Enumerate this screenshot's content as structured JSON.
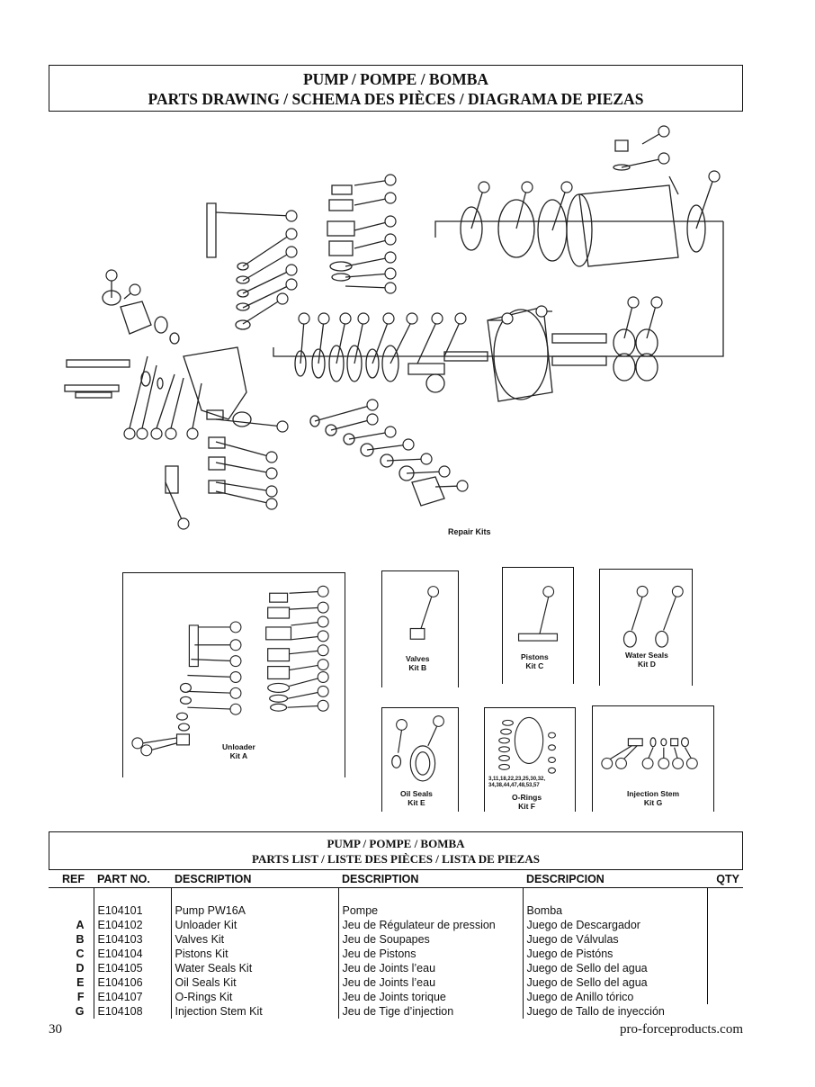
{
  "header": {
    "line1": "PUMP / POMPE / BOMBA",
    "line2": "PARTS DRAWING / SCHEMA DES PIÈCES / DIAGRAMA DE PIEZAS"
  },
  "drawing": {
    "repair_kits_label": "Repair Kits",
    "kits": [
      {
        "line1": "Unloader",
        "line2": "Kit A"
      },
      {
        "line1": "Valves",
        "line2": "Kit B"
      },
      {
        "line1": "Pistons",
        "line2": "Kit C"
      },
      {
        "line1": "Water Seals",
        "line2": "Kit D"
      },
      {
        "line1": "Oil Seals",
        "line2": "Kit E"
      },
      {
        "line1": "O-Rings",
        "line2": "Kit F"
      },
      {
        "line1": "Injection Stem",
        "line2": "Kit G"
      }
    ],
    "orings_note_line1": "3,11,18,22,23,25,30,32,",
    "orings_note_line2": "34,38,44,47,48,53,57"
  },
  "parts_list": {
    "line1": "PUMP / POMPE / BOMBA",
    "line2": "PARTS LIST / LISTE DES PIÈCES / LISTA DE PIEZAS",
    "columns": [
      "REF",
      "PART NO.",
      "DESCRIPTION",
      "DESCRIPTION",
      "DESCRIPCION",
      "QTY"
    ],
    "rows": [
      {
        "ref": "",
        "part": "E104101",
        "en": "Pump PW16A",
        "fr": "Pompe",
        "es": "Bomba"
      },
      {
        "ref": "A",
        "part": "E104102",
        "en": "Unloader Kit",
        "fr": "Jeu de Régulateur de pression",
        "es": "Juego de Descargador"
      },
      {
        "ref": "B",
        "part": "E104103",
        "en": "Valves Kit",
        "fr": "Jeu de Soupapes",
        "es": "Juego de Válvulas"
      },
      {
        "ref": "C",
        "part": "E104104",
        "en": "Pistons Kit",
        "fr": "Jeu de Pistons",
        "es": "Juego de Pistóns"
      },
      {
        "ref": "D",
        "part": "E104105",
        "en": "Water Seals Kit",
        "fr": "Jeu de Joints l’eau",
        "es": "Juego de Sello del agua"
      },
      {
        "ref": "E",
        "part": "E104106",
        "en": "Oil Seals Kit",
        "fr": "Jeu de Joints l’eau",
        "es": "Juego de Sello del agua"
      },
      {
        "ref": "F",
        "part": "E104107",
        "en": "O-Rings Kit",
        "fr": "Jeu de Joints torique",
        "es": "Juego de Anillo tórico"
      },
      {
        "ref": "G",
        "part": "E104108",
        "en": "Injection Stem Kit",
        "fr": "Jeu de Tige d’injection",
        "es": "Juego de Tallo de inyección"
      }
    ]
  },
  "footer": {
    "page_number": "30",
    "website": "pro-forceproducts.com"
  }
}
